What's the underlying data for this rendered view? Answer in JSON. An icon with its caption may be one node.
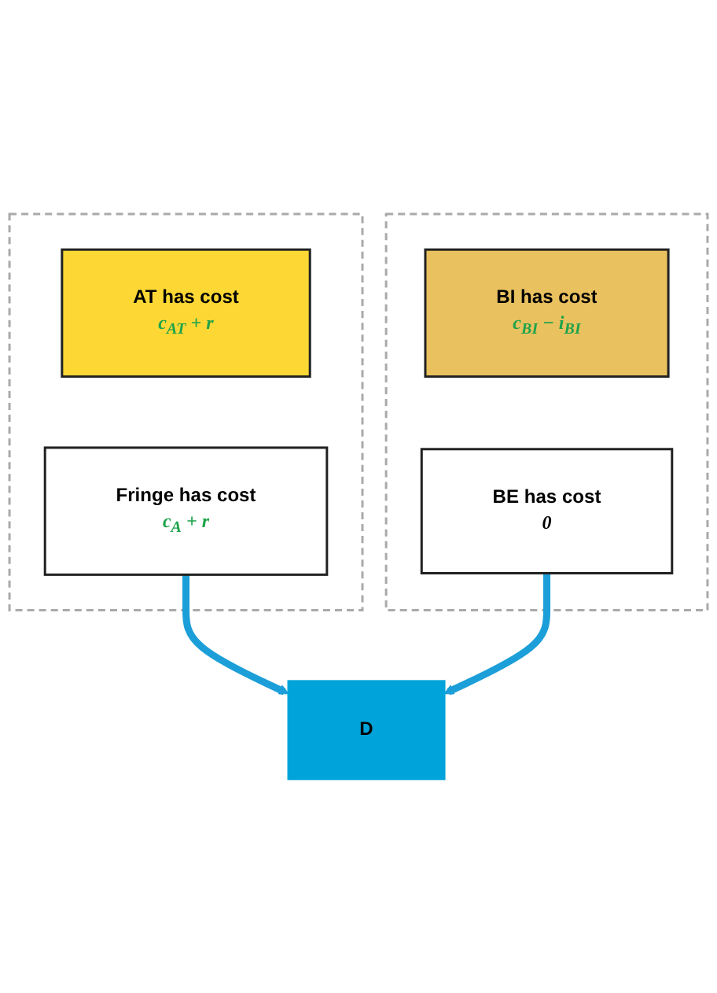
{
  "diagram": {
    "nodes": [
      {
        "text": [],
        "shape": "box"
      },
      {
        "text": [
          "AT has cost",
          "c$_{AT}$ + r"
        ],
        "in": 0
      },
      {
        "text": [
          "Fringe has cost",
          "c$_{A}$ + r"
        ],
        "in": 0
      },
      {
        "text": [],
        "shape": "box"
      },
      {
        "text": [
          "BI has cost",
          "c$_{BI}$ − i$_{BI}$"
        ],
        "in": 3
      },
      {
        "text": [
          "BE has cost",
          "0"
        ],
        "in": 3
      },
      {
        "text": [
          "D"
        ]
      }
    ],
    "edges": [
      {
        "from": 2,
        "to": 6,
        "arrow": "to"
      },
      {
        "from": 5,
        "to": 6,
        "arrow": "to"
      }
    ]
  }
}
